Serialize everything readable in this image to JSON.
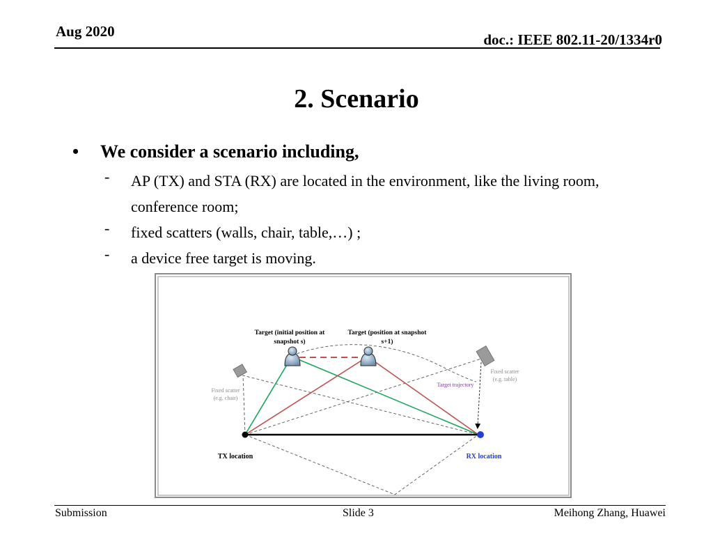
{
  "header": {
    "date": "Aug 2020",
    "doc_id": "doc.: IEEE 802.11-20/1334r0"
  },
  "title": "2. Scenario",
  "bullet": {
    "symbol": "•",
    "text": "We consider a scenario including,",
    "subitems": [
      {
        "dash": "-",
        "text": "AP (TX) and STA (RX) are located in the environment, like the living room, conference room;"
      },
      {
        "dash": "-",
        "text": "fixed scatters (walls, chair, table,…) ;"
      },
      {
        "dash": "-",
        "text": "a device free target is moving."
      }
    ]
  },
  "figure": {
    "target_initial_label_line1": "Target (initial position at",
    "target_initial_label_line2": "snapshot s)",
    "target_next_label_line1": "Target (position at snapshot",
    "target_next_label_line2": "s+1)",
    "scatter_table_line1": "Fixed scatter",
    "scatter_table_line2": "(e.g. table)",
    "scatter_chair_line1": "Fixed scatter",
    "scatter_chair_line2": "(e.g. chair)",
    "trajectory_label": "Target trajectory",
    "tx_label": "TX location",
    "rx_label": "RX location",
    "colors": {
      "direct_path": "#000000",
      "target_s_path": "#1aa55a",
      "target_s1_path": "#c0504d",
      "trajectory": "#7b3f9e",
      "rx_marker": "#1f3fd8",
      "rx_label": "#1f3fd8"
    }
  },
  "footer": {
    "left": "Submission",
    "center": "Slide 3",
    "right": "Meihong Zhang, Huawei"
  }
}
